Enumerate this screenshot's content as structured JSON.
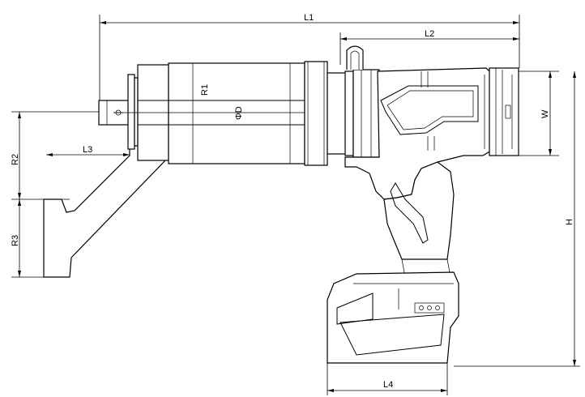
{
  "drawing": {
    "labels": {
      "l1": "L1",
      "l2": "L2",
      "l3": "L3",
      "l4": "L4",
      "r1": "R1",
      "r2": "R2",
      "r3": "R3",
      "od": "ΦD",
      "w": "W",
      "h": "H"
    }
  }
}
